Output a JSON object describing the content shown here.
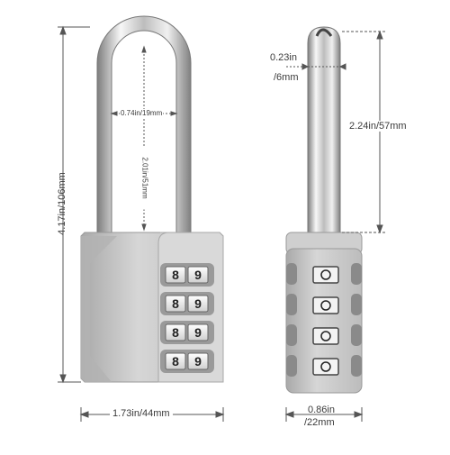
{
  "front_view": {
    "total_height_label": "4.17in/106mm",
    "body_width_label": "1.73in/44mm",
    "shackle_inner_width_label": "0.74in/19mm",
    "shackle_inner_height_label": "2.01in/51mm",
    "dial_rows": [
      {
        "left": "8",
        "right": "9"
      },
      {
        "left": "8",
        "right": "9"
      },
      {
        "left": "8",
        "right": "9"
      },
      {
        "left": "8",
        "right": "9"
      }
    ]
  },
  "side_view": {
    "shackle_diameter_label_line1": "0.23in",
    "shackle_diameter_label_line2": "/6mm",
    "shackle_clearance_label": "2.24in/57mm",
    "body_depth_label_line1": "0.86in",
    "body_depth_label_line2": "/22mm"
  },
  "colors": {
    "chrome_light": "#f2f2f2",
    "chrome_dark": "#8a8a8a",
    "body_silver": "#c9c9c9",
    "dimension_line": "#555555"
  }
}
